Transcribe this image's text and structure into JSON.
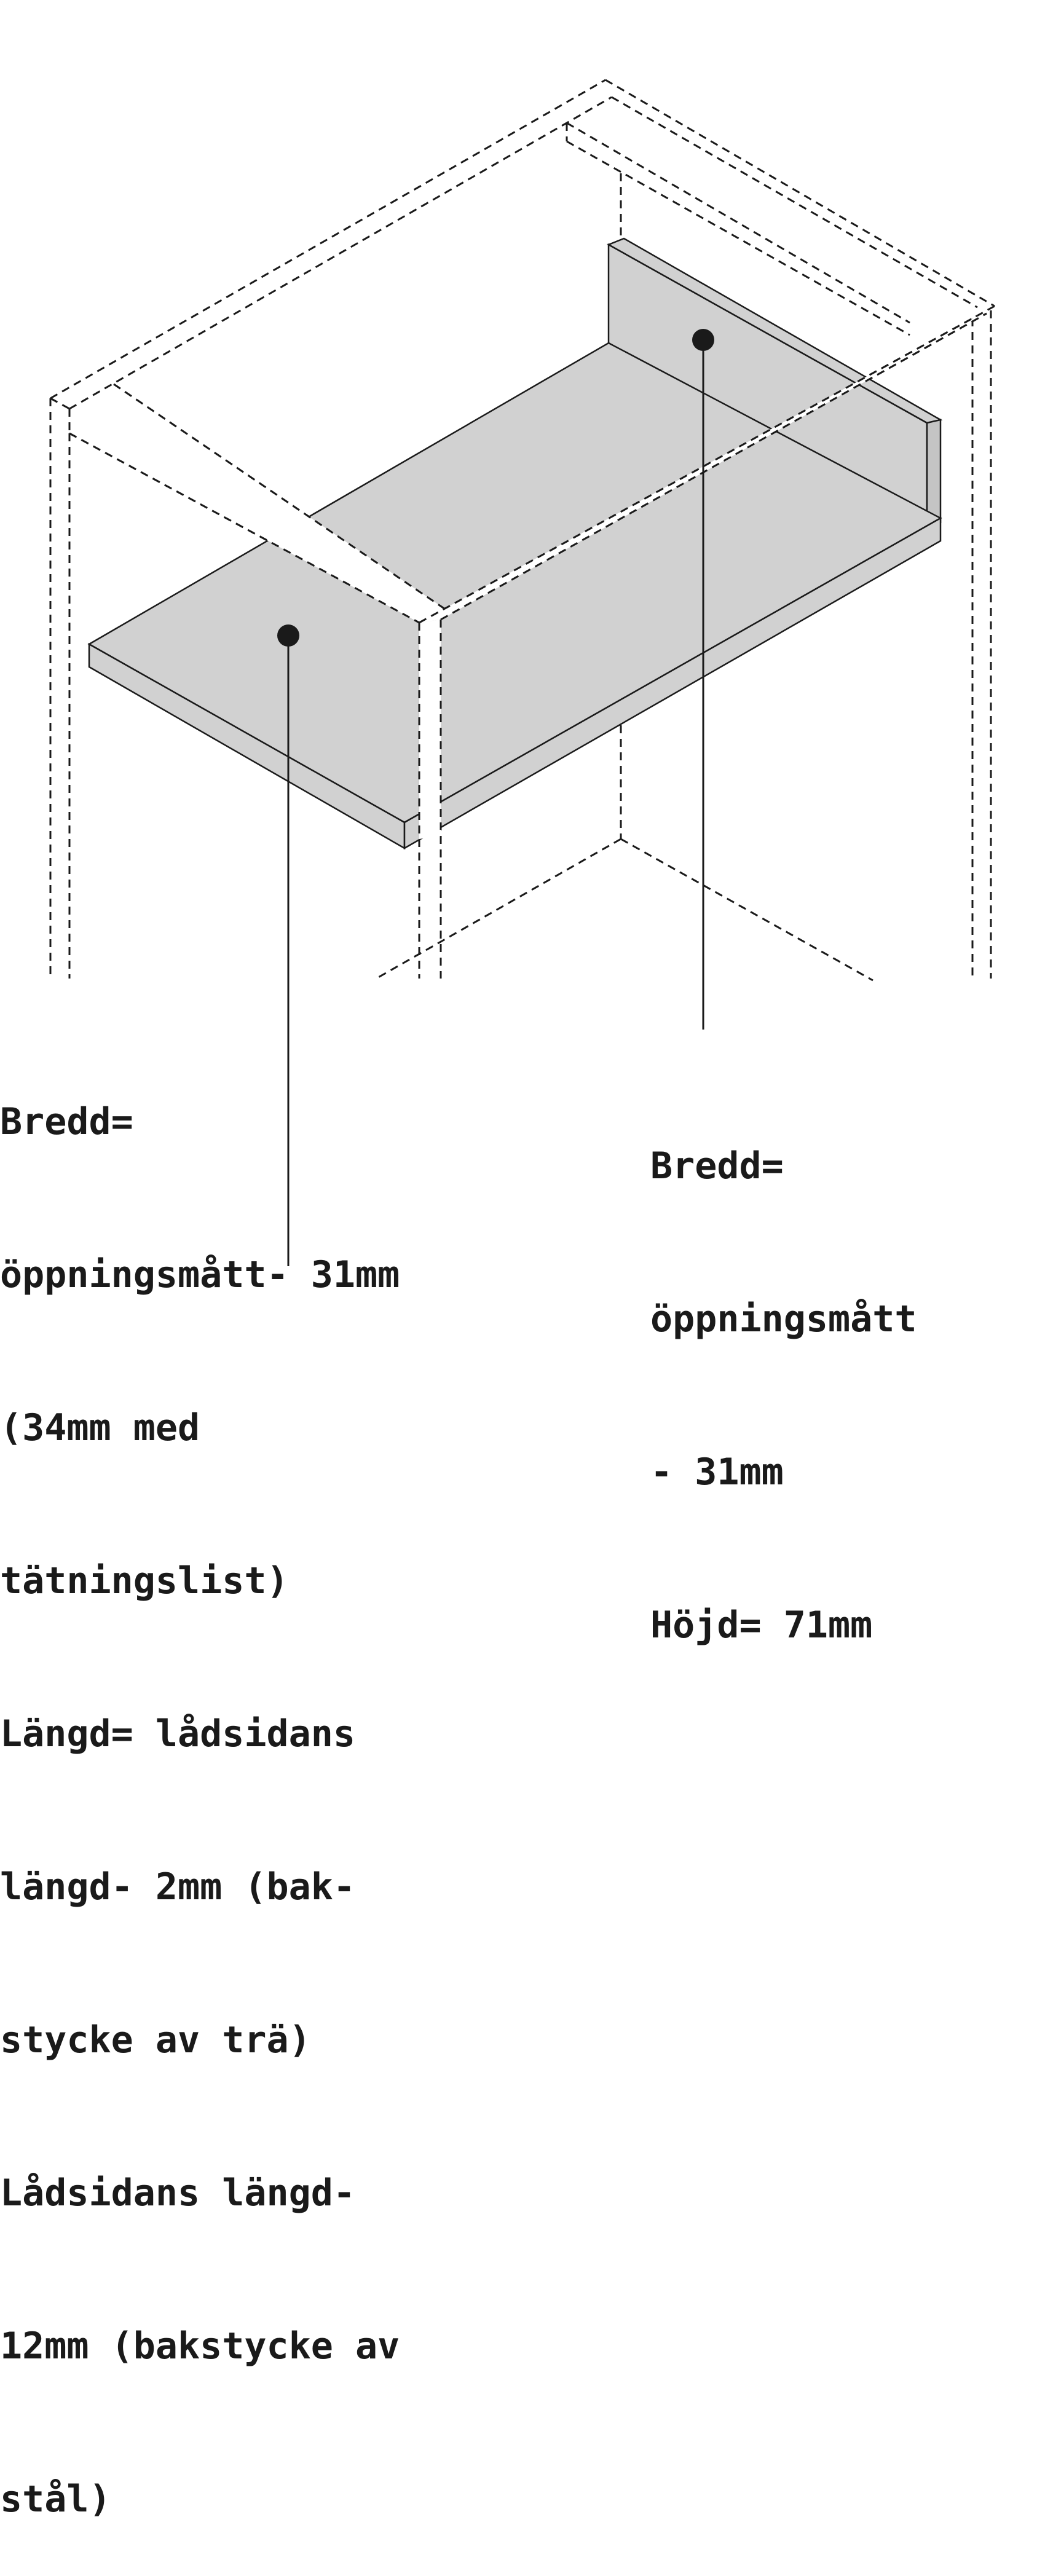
{
  "colors": {
    "panel_fill": "#d1d1d1",
    "outline": "#1a1a1a",
    "dashed": "#1a1a1a",
    "background": "#ffffff"
  },
  "callouts": {
    "bottom_panel": {
      "marker": "filled-dot",
      "lines": [
        "Bredd=",
        "öppningsmått- 31mm",
        "(34mm med",
        "tätningslist)",
        "Längd= lådsidans",
        "längd- 2mm (bak-",
        "stycke av trä)",
        "Lådsidans längd-",
        "12mm (bakstycke av",
        "stål)"
      ]
    },
    "back_panel": {
      "marker": "filled-dot",
      "lines": [
        "Bredd=",
        "öppningsmått",
        "- 31mm",
        "Höjd= 71mm"
      ]
    }
  }
}
